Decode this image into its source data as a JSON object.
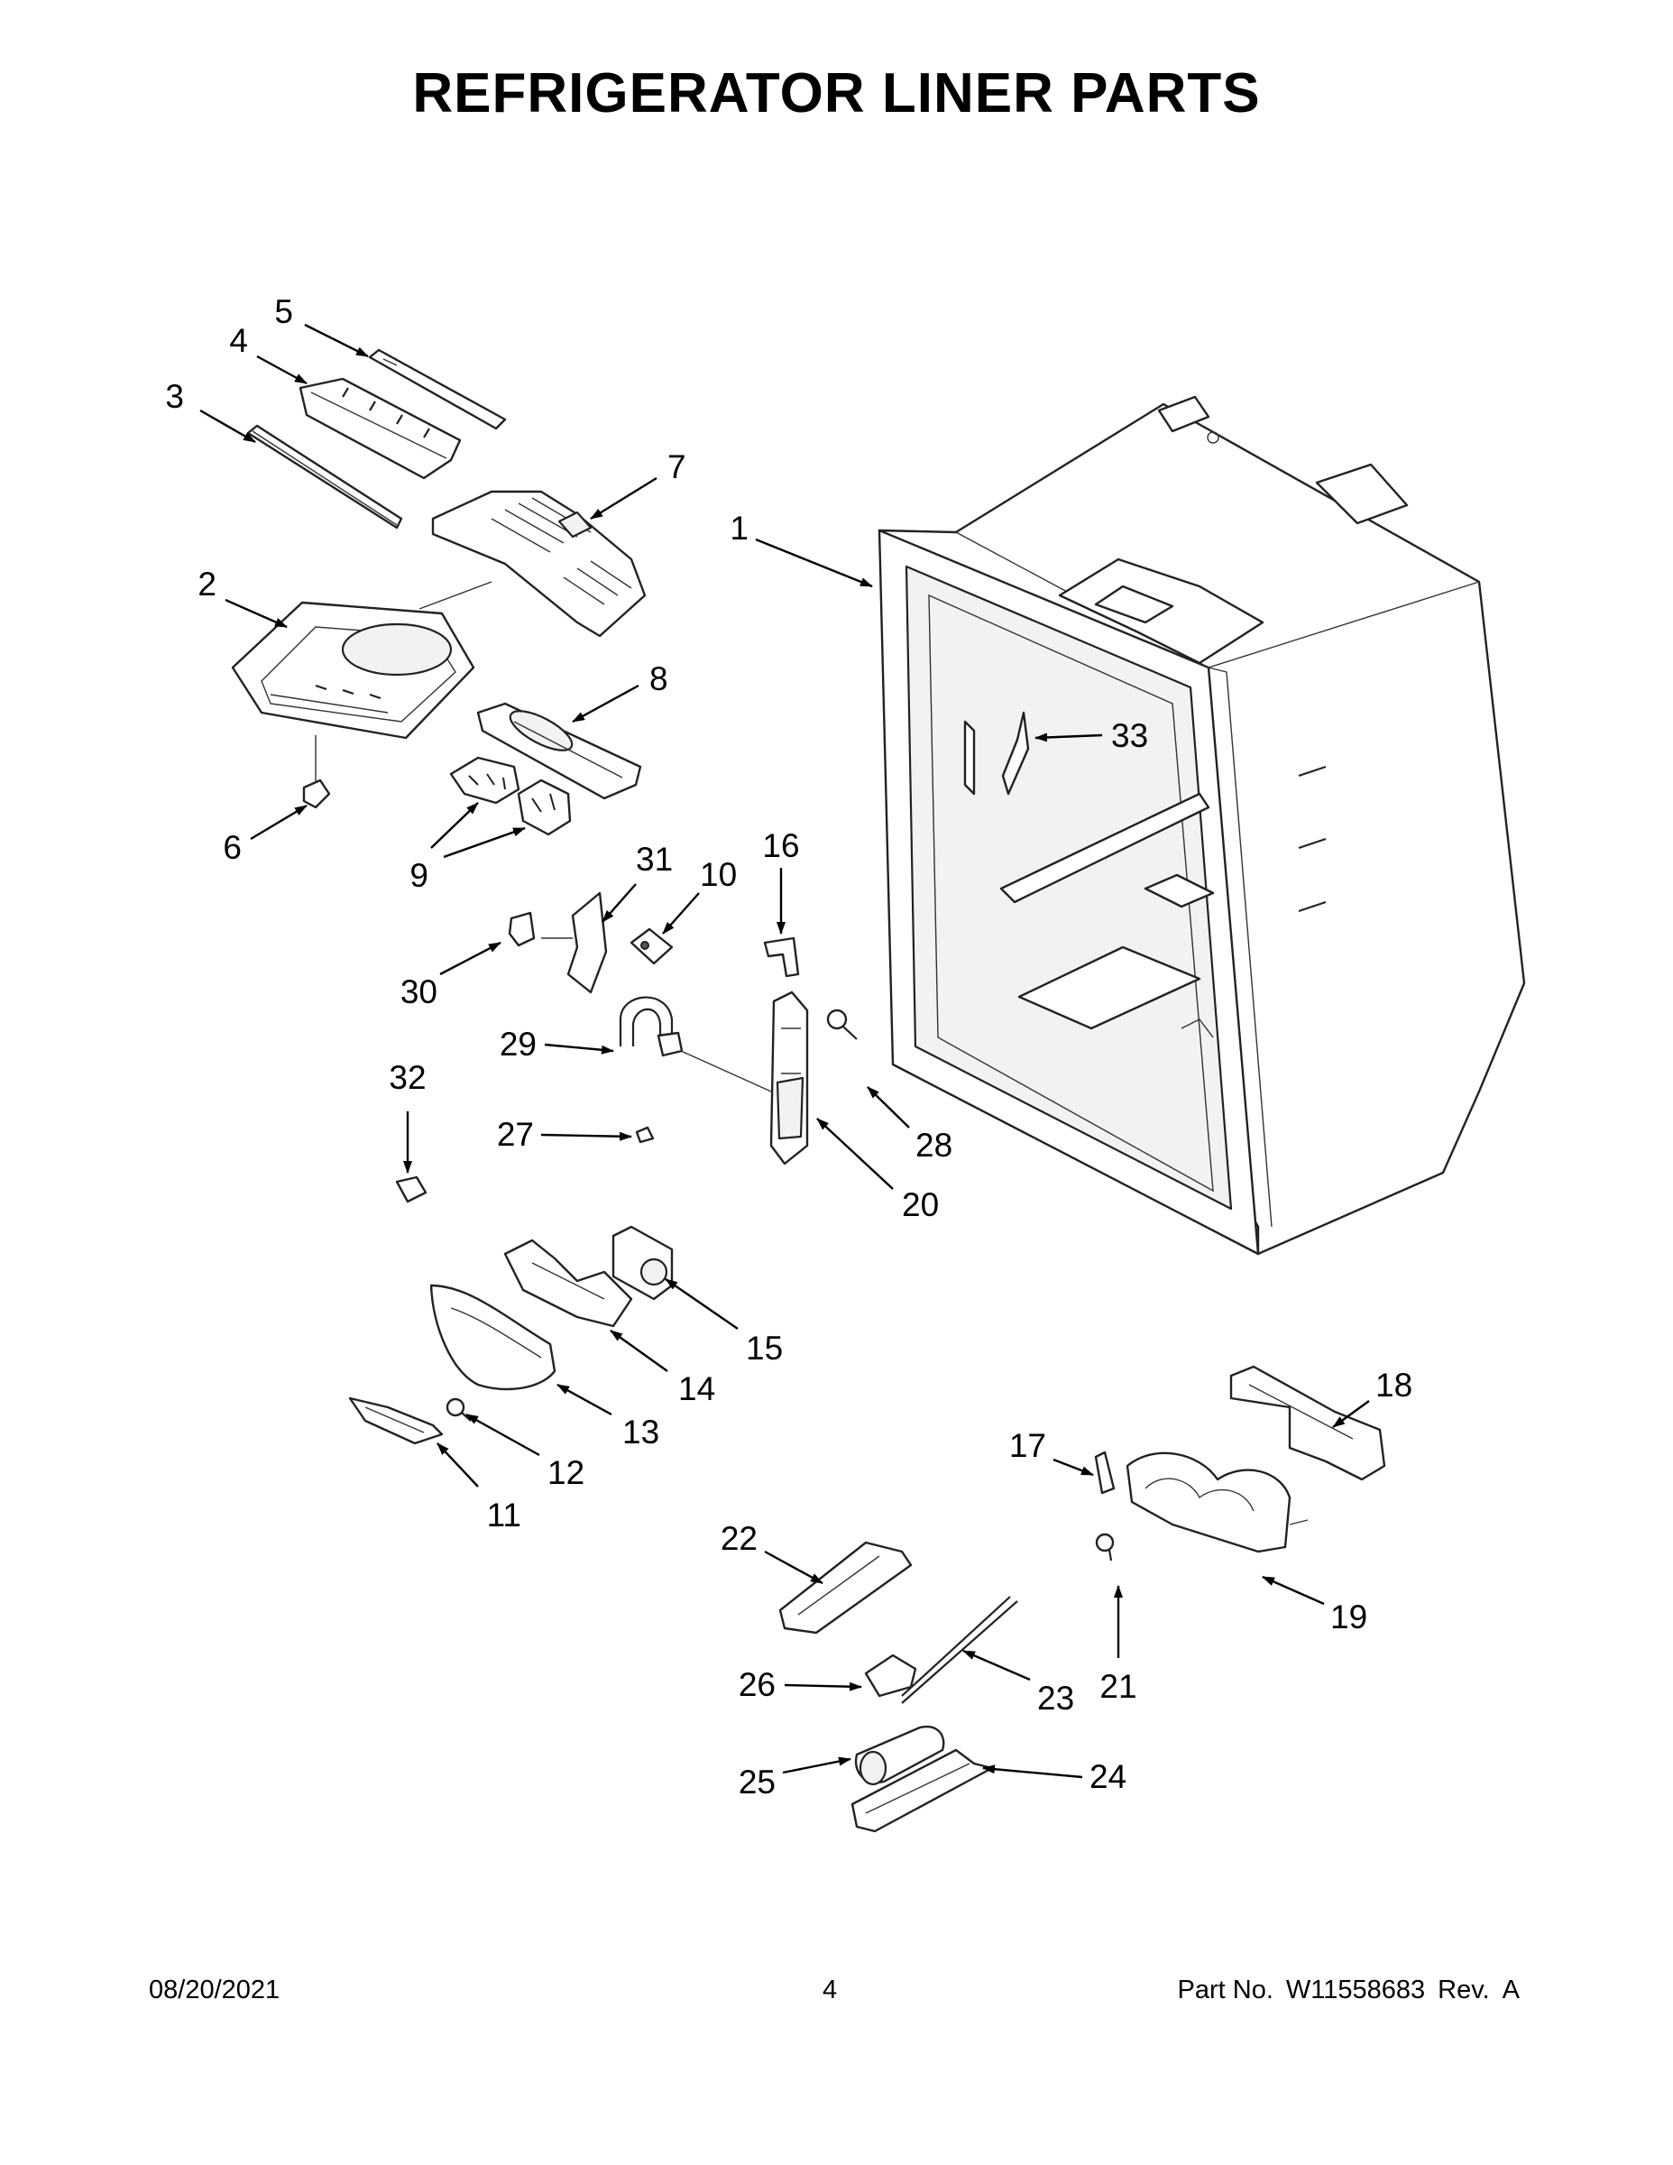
{
  "title": "REFRIGERATOR LINER PARTS",
  "footer": {
    "date": "08/20/2021",
    "page": "4",
    "part_label": "Part No.",
    "part_number": "W11558683",
    "rev_label": "Rev.",
    "rev": "A"
  },
  "callouts": {
    "c1": "1",
    "c2": "2",
    "c3": "3",
    "c4": "4",
    "c5": "5",
    "c6": "6",
    "c7": "7",
    "c8": "8",
    "c9": "9",
    "c10": "10",
    "c11": "11",
    "c12": "12",
    "c13": "13",
    "c14": "14",
    "c15": "15",
    "c16": "16",
    "c17": "17",
    "c18": "18",
    "c19": "19",
    "c20": "20",
    "c21": "21",
    "c22": "22",
    "c23": "23",
    "c24": "24",
    "c25": "25",
    "c26": "26",
    "c27": "27",
    "c28": "28",
    "c29": "29",
    "c30": "30",
    "c31": "31",
    "c32": "32",
    "c33": "33"
  }
}
